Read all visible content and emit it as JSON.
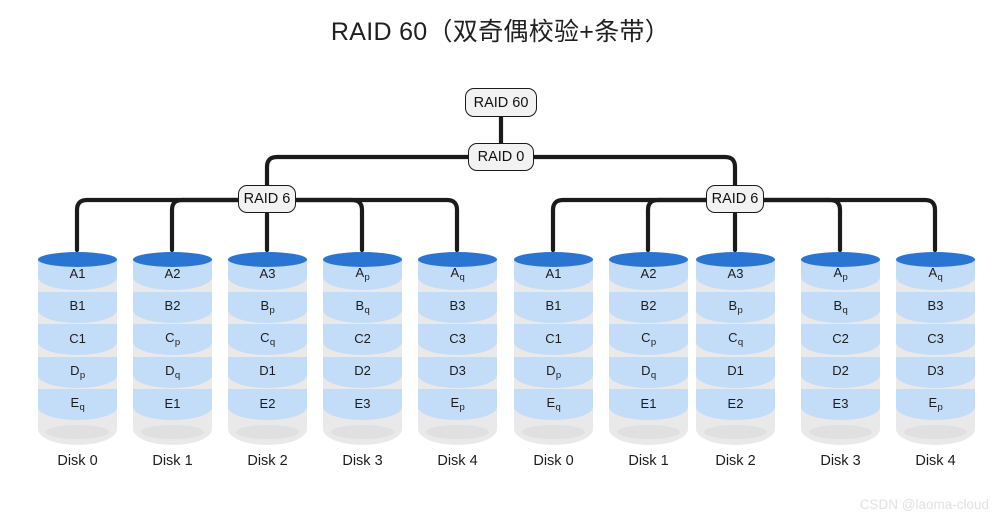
{
  "title": "RAID 60（双奇偶校验+条带）",
  "tree": {
    "root_label": "RAID 60",
    "stripe_label": "RAID 0",
    "group_labels": [
      "RAID 6",
      "RAID 6"
    ]
  },
  "colors": {
    "disk_top": "#2a75d2",
    "disk_band": "#c3ddf8",
    "disk_empty": "#e9e9e9",
    "node_fill": "#f2f2f2",
    "node_stroke": "#1b1b1b",
    "wire": "#1b1b1b",
    "background": "#ffffff",
    "watermark": "#e2e2e2"
  },
  "groups": [
    {
      "name": "RAID 6",
      "disks": [
        {
          "caption": "Disk 0",
          "blocks": [
            {
              "base": "A",
              "sub": "",
              "num": "1"
            },
            {
              "base": "B",
              "sub": "",
              "num": "1"
            },
            {
              "base": "C",
              "sub": "",
              "num": "1"
            },
            {
              "base": "D",
              "sub": "p",
              "num": ""
            },
            {
              "base": "E",
              "sub": "q",
              "num": ""
            }
          ]
        },
        {
          "caption": "Disk 1",
          "blocks": [
            {
              "base": "A",
              "sub": "",
              "num": "2"
            },
            {
              "base": "B",
              "sub": "",
              "num": "2"
            },
            {
              "base": "C",
              "sub": "p",
              "num": ""
            },
            {
              "base": "D",
              "sub": "q",
              "num": ""
            },
            {
              "base": "E",
              "sub": "",
              "num": "1"
            }
          ]
        },
        {
          "caption": "Disk 2",
          "blocks": [
            {
              "base": "A",
              "sub": "",
              "num": "3"
            },
            {
              "base": "B",
              "sub": "p",
              "num": ""
            },
            {
              "base": "C",
              "sub": "q",
              "num": ""
            },
            {
              "base": "D",
              "sub": "",
              "num": "1"
            },
            {
              "base": "E",
              "sub": "",
              "num": "2"
            }
          ]
        },
        {
          "caption": "Disk 3",
          "blocks": [
            {
              "base": "A",
              "sub": "p",
              "num": ""
            },
            {
              "base": "B",
              "sub": "q",
              "num": ""
            },
            {
              "base": "C",
              "sub": "",
              "num": "2"
            },
            {
              "base": "D",
              "sub": "",
              "num": "2"
            },
            {
              "base": "E",
              "sub": "",
              "num": "3"
            }
          ]
        },
        {
          "caption": "Disk 4",
          "blocks": [
            {
              "base": "A",
              "sub": "q",
              "num": ""
            },
            {
              "base": "B",
              "sub": "",
              "num": "3"
            },
            {
              "base": "C",
              "sub": "",
              "num": "3"
            },
            {
              "base": "D",
              "sub": "",
              "num": "3"
            },
            {
              "base": "E",
              "sub": "p",
              "num": ""
            }
          ]
        }
      ]
    },
    {
      "name": "RAID 6",
      "disks": [
        {
          "caption": "Disk 0",
          "blocks": [
            {
              "base": "A",
              "sub": "",
              "num": "1"
            },
            {
              "base": "B",
              "sub": "",
              "num": "1"
            },
            {
              "base": "C",
              "sub": "",
              "num": "1"
            },
            {
              "base": "D",
              "sub": "p",
              "num": ""
            },
            {
              "base": "E",
              "sub": "q",
              "num": ""
            }
          ]
        },
        {
          "caption": "Disk 1",
          "blocks": [
            {
              "base": "A",
              "sub": "",
              "num": "2"
            },
            {
              "base": "B",
              "sub": "",
              "num": "2"
            },
            {
              "base": "C",
              "sub": "p",
              "num": ""
            },
            {
              "base": "D",
              "sub": "q",
              "num": ""
            },
            {
              "base": "E",
              "sub": "",
              "num": "1"
            }
          ]
        },
        {
          "caption": "Disk 2",
          "blocks": [
            {
              "base": "A",
              "sub": "",
              "num": "3"
            },
            {
              "base": "B",
              "sub": "p",
              "num": ""
            },
            {
              "base": "C",
              "sub": "q",
              "num": ""
            },
            {
              "base": "D",
              "sub": "",
              "num": "1"
            },
            {
              "base": "E",
              "sub": "",
              "num": "2"
            }
          ]
        },
        {
          "caption": "Disk 3",
          "blocks": [
            {
              "base": "A",
              "sub": "p",
              "num": ""
            },
            {
              "base": "B",
              "sub": "q",
              "num": ""
            },
            {
              "base": "C",
              "sub": "",
              "num": "2"
            },
            {
              "base": "D",
              "sub": "",
              "num": "2"
            },
            {
              "base": "E",
              "sub": "",
              "num": "3"
            }
          ]
        },
        {
          "caption": "Disk 4",
          "blocks": [
            {
              "base": "A",
              "sub": "q",
              "num": ""
            },
            {
              "base": "B",
              "sub": "",
              "num": "3"
            },
            {
              "base": "C",
              "sub": "",
              "num": "3"
            },
            {
              "base": "D",
              "sub": "",
              "num": "3"
            },
            {
              "base": "E",
              "sub": "p",
              "num": ""
            }
          ]
        }
      ]
    }
  ],
  "watermark": "CSDN @laoma-cloud"
}
